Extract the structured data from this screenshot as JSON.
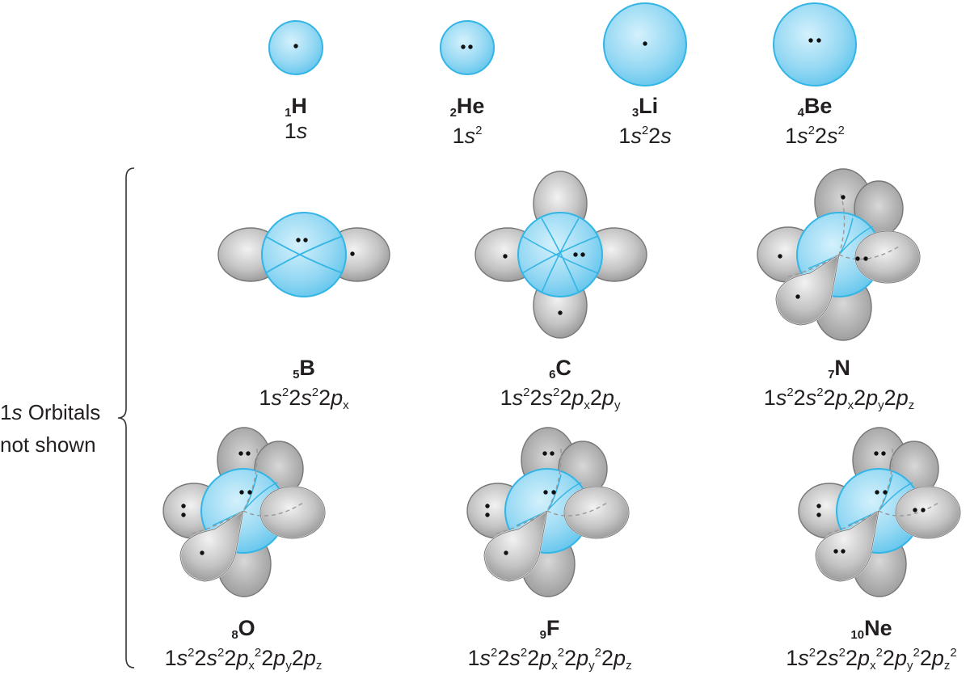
{
  "note": {
    "line1_prefix": "1",
    "line1_italic": "s",
    "line1_rest": " Orbitals",
    "line2": "not shown"
  },
  "colors": {
    "s_orbital_fill": "#8fd6f2",
    "s_orbital_stroke": "#33b5e5",
    "p_orbital_fill": "#b5b5b5",
    "p_orbital_stroke": "#777777"
  },
  "atoms": [
    {
      "id": "H",
      "z": "1",
      "symbol": "H",
      "config": [
        [
          "n",
          "1"
        ],
        [
          "i",
          "s"
        ]
      ]
    },
    {
      "id": "He",
      "z": "2",
      "symbol": "He",
      "config": [
        [
          "n",
          "1"
        ],
        [
          "i",
          "s"
        ],
        [
          "sup",
          "2"
        ]
      ]
    },
    {
      "id": "Li",
      "z": "3",
      "symbol": "Li",
      "config": [
        [
          "n",
          "1"
        ],
        [
          "i",
          "s"
        ],
        [
          "sup",
          "2"
        ],
        [
          "n",
          "2"
        ],
        [
          "i",
          "s"
        ]
      ]
    },
    {
      "id": "Be",
      "z": "4",
      "symbol": "Be",
      "config": [
        [
          "n",
          "1"
        ],
        [
          "i",
          "s"
        ],
        [
          "sup",
          "2"
        ],
        [
          "n",
          "2"
        ],
        [
          "i",
          "s"
        ],
        [
          "sup",
          "2"
        ]
      ]
    },
    {
      "id": "B",
      "z": "5",
      "symbol": "B",
      "config": [
        [
          "n",
          "1"
        ],
        [
          "i",
          "s"
        ],
        [
          "sup",
          "2"
        ],
        [
          "n",
          "2"
        ],
        [
          "i",
          "s"
        ],
        [
          "sup",
          "2"
        ],
        [
          "n",
          "2"
        ],
        [
          "i",
          "p"
        ],
        [
          "sub",
          "x"
        ]
      ]
    },
    {
      "id": "C",
      "z": "6",
      "symbol": "C",
      "config": [
        [
          "n",
          "1"
        ],
        [
          "i",
          "s"
        ],
        [
          "sup",
          "2"
        ],
        [
          "n",
          "2"
        ],
        [
          "i",
          "s"
        ],
        [
          "sup",
          "2"
        ],
        [
          "n",
          "2"
        ],
        [
          "i",
          "p"
        ],
        [
          "sub",
          "x"
        ],
        [
          "n",
          "2"
        ],
        [
          "i",
          "p"
        ],
        [
          "sub",
          "y"
        ]
      ]
    },
    {
      "id": "N",
      "z": "7",
      "symbol": "N",
      "config": [
        [
          "n",
          "1"
        ],
        [
          "i",
          "s"
        ],
        [
          "sup",
          "2"
        ],
        [
          "n",
          "2"
        ],
        [
          "i",
          "s"
        ],
        [
          "sup",
          "2"
        ],
        [
          "n",
          "2"
        ],
        [
          "i",
          "p"
        ],
        [
          "sub",
          "x"
        ],
        [
          "n",
          "2"
        ],
        [
          "i",
          "p"
        ],
        [
          "sub",
          "y"
        ],
        [
          "n",
          "2"
        ],
        [
          "i",
          "p"
        ],
        [
          "sub",
          "z"
        ]
      ]
    },
    {
      "id": "O",
      "z": "8",
      "symbol": "O",
      "config": [
        [
          "n",
          "1"
        ],
        [
          "i",
          "s"
        ],
        [
          "sup",
          "2"
        ],
        [
          "n",
          "2"
        ],
        [
          "i",
          "s"
        ],
        [
          "sup",
          "2"
        ],
        [
          "n",
          "2"
        ],
        [
          "i",
          "p"
        ],
        [
          "sub",
          "x"
        ],
        [
          "sup",
          "2"
        ],
        [
          "n",
          "2"
        ],
        [
          "i",
          "p"
        ],
        [
          "sub",
          "y"
        ],
        [
          "n",
          "2"
        ],
        [
          "i",
          "p"
        ],
        [
          "sub",
          "z"
        ]
      ]
    },
    {
      "id": "F",
      "z": "9",
      "symbol": "F",
      "config": [
        [
          "n",
          "1"
        ],
        [
          "i",
          "s"
        ],
        [
          "sup",
          "2"
        ],
        [
          "n",
          "2"
        ],
        [
          "i",
          "s"
        ],
        [
          "sup",
          "2"
        ],
        [
          "n",
          "2"
        ],
        [
          "i",
          "p"
        ],
        [
          "sub",
          "x"
        ],
        [
          "sup",
          "2"
        ],
        [
          "n",
          "2"
        ],
        [
          "i",
          "p"
        ],
        [
          "sub",
          "y"
        ],
        [
          "sup",
          "2"
        ],
        [
          "n",
          "2"
        ],
        [
          "i",
          "p"
        ],
        [
          "sub",
          "z"
        ]
      ]
    },
    {
      "id": "Ne",
      "z": "10",
      "symbol": "Ne",
      "config": [
        [
          "n",
          "1"
        ],
        [
          "i",
          "s"
        ],
        [
          "sup",
          "2"
        ],
        [
          "n",
          "2"
        ],
        [
          "i",
          "s"
        ],
        [
          "sup",
          "2"
        ],
        [
          "n",
          "2"
        ],
        [
          "i",
          "p"
        ],
        [
          "sub",
          "x"
        ],
        [
          "sup",
          "2"
        ],
        [
          "n",
          "2"
        ],
        [
          "i",
          "p"
        ],
        [
          "sub",
          "y"
        ],
        [
          "sup",
          "2"
        ],
        [
          "n",
          "2"
        ],
        [
          "i",
          "p"
        ],
        [
          "sub",
          "z"
        ],
        [
          "sup",
          "2"
        ]
      ]
    }
  ]
}
